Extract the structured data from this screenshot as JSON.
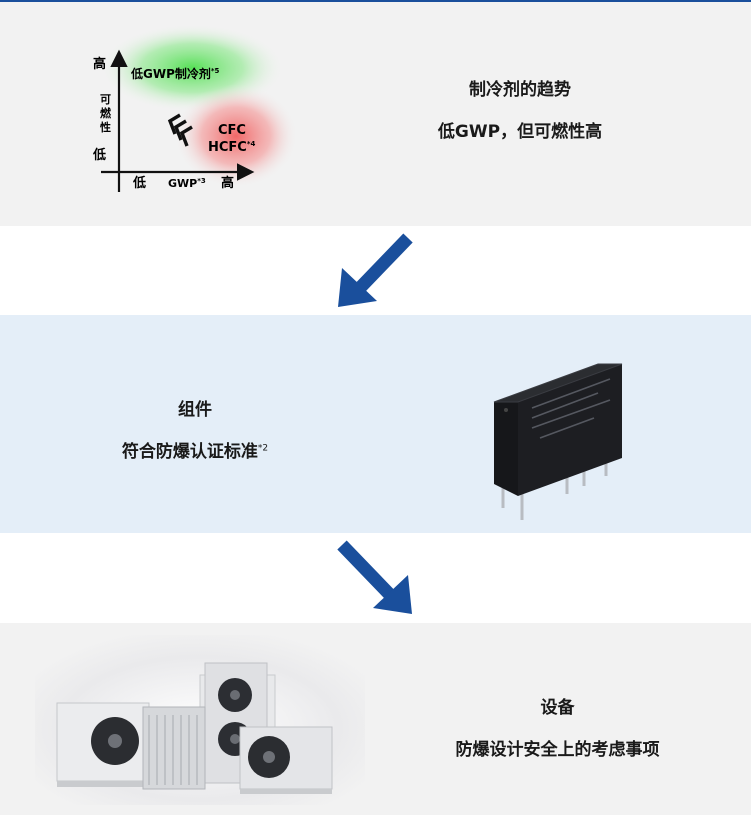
{
  "refrigerant_chart": {
    "y_high": "高",
    "y_label": [
      "可",
      "燃",
      "性"
    ],
    "y_low": "低",
    "x_low": "低",
    "x_label": "GWP",
    "x_label_note": "*3",
    "x_high": "高",
    "low_gwp_label": "低GWP制冷剂",
    "low_gwp_note": "*5",
    "cfc_label": "CFC",
    "hcfc_label": "HCFC",
    "hcfc_note": "*4"
  },
  "section1": {
    "title": "制冷剂的趋势",
    "subtitle": "低GWP，但可燃性高"
  },
  "section2": {
    "title": "组件",
    "subtitle": "符合防爆认证标准",
    "note": "*2"
  },
  "section3": {
    "title": "设备",
    "subtitle": "防爆设计安全上的考虑事项"
  },
  "colors": {
    "accent": "#1a4f9c",
    "panel_gray": "#f2f2f2",
    "panel_blue": "#e4eef8",
    "green_zone": "#3cdc3c",
    "red_zone": "#f05050"
  },
  "icons": [
    "arrow-down-left-icon",
    "arrow-down-right-icon",
    "relay-image",
    "heat-pump-units-image"
  ]
}
